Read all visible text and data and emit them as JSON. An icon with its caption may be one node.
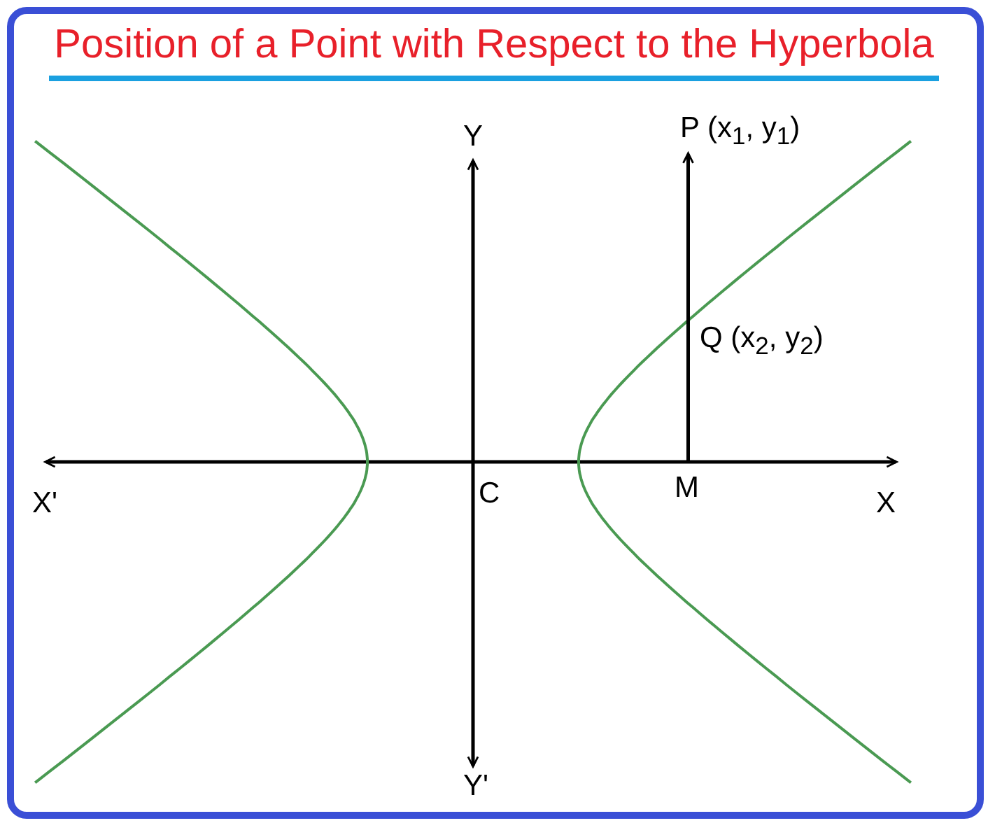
{
  "diagram": {
    "title": "Position of a Point with Respect to the Hyperbola",
    "nodes": [
      {
        "text": [
          "P (x$_{1}$, y$_{1}$)"
        ]
      },
      {
        "text": [
          "M"
        ]
      }
    ],
    "edges": [
      {
        "from": 1,
        "to": 0,
        "arrow": "to"
      }
    ],
    "labels": [
      "Y",
      "Q (x$_{2}$, y$_{2}$)",
      "X'",
      "C",
      "X",
      "Y'"
    ]
  }
}
